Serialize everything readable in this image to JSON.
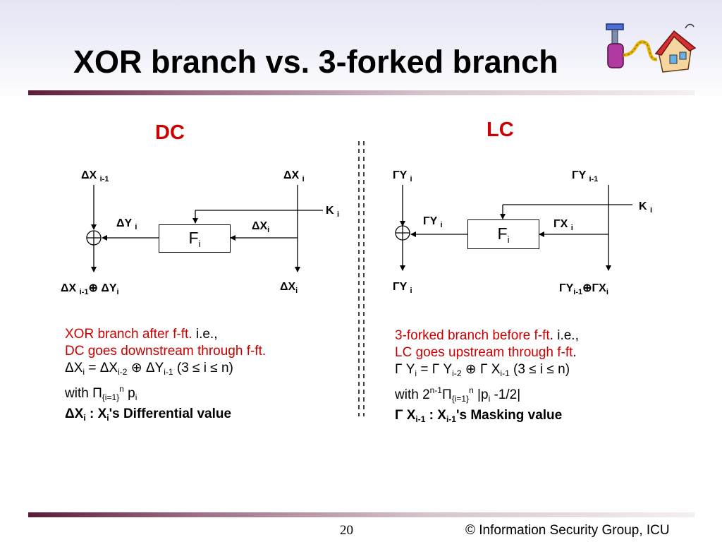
{
  "slide": {
    "title": "XOR branch vs. 3-forked branch",
    "page_number": "20",
    "footer": "© Information Security Group, ICU"
  },
  "dc": {
    "heading": "DC",
    "labels": {
      "top_left": "ΔX i-1",
      "top_right": "ΔX i",
      "key": "K i",
      "mid_left": "ΔY i",
      "mid_right": "ΔXi",
      "bottom_left": "ΔX i-1⊕ ΔYi",
      "bottom_right": "ΔXi",
      "function": "Fi"
    },
    "text": {
      "line1_red": "XOR branch after f-ft.",
      "line1_black": " i.e.,",
      "line2_red": "DC goes downstream through f-ft.",
      "line3": "ΔXi = ΔXi-2 ⊕ ΔYi-1 (3 ≤ i ≤ n)",
      "line4": "with Π{i=1}n pi",
      "line5": "ΔXi : Xi's Differential value"
    }
  },
  "lc": {
    "heading": "LC",
    "labels": {
      "top_left": "ΓY i",
      "top_right": "ΓY i-1",
      "key": "K i",
      "mid_left": "ΓY i",
      "mid_right": "ΓX i",
      "bottom_left": "ΓY i",
      "bottom_right": "ΓYi-1⊕ΓXi",
      "function": "Fi"
    },
    "text": {
      "line1_red": "3-forked branch before f-ft",
      "line1_black": ". i.e.,",
      "line2_red": "LC goes upstream through f-ft",
      "line2_black": ".",
      "line3": "Γ Yi = Γ Yi-2 ⊕ Γ Xi-1 (3 ≤ i ≤ n)",
      "line4": "with 2n-1Π{i=1}n |pi -1/2|",
      "line5": "Γ Xi-1 : Xi-1's Masking value"
    }
  },
  "icons": [
    "pump-icon",
    "house-icon"
  ]
}
